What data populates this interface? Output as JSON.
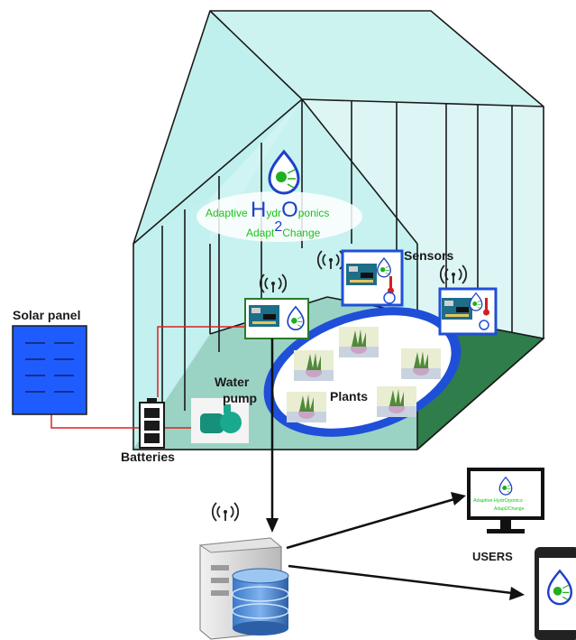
{
  "labels": {
    "solar_panel": "Solar panel",
    "batteries": "Batteries",
    "water_pump_line1": "Water",
    "water_pump_line2": "pump",
    "sensors": "Sensors",
    "plants": "Plants",
    "users": "USERS"
  },
  "logo": {
    "word1_prefix": "Adaptive ",
    "word1_H": "H",
    "word1_mid": "ydr",
    "word1_O": "O",
    "word1_suffix": "ponics",
    "word2_prefix": "Adapt",
    "word2_num": "2",
    "word2_suffix": "Change"
  },
  "colors": {
    "glass": "#bff0ee",
    "frame": "#1a1a1a",
    "floor": "#2e7d4a",
    "pond_ring": "#1f4fd8",
    "solar": "#1f5cff",
    "wire": "#e02020",
    "logo_green": "#18c418",
    "logo_blue": "#1f3fc8"
  }
}
